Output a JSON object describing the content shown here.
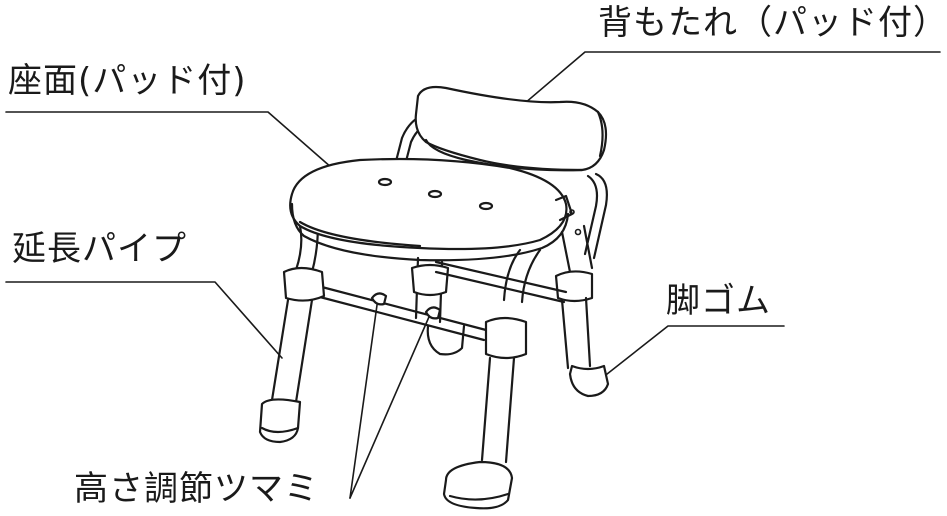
{
  "labels": {
    "backrest": "背もたれ（パッド付）",
    "seat": "座面(パッド付)",
    "extension_pipe": "延長パイプ",
    "foot_rubber": "脚ゴム",
    "height_knob": "高さ調節ツマミ"
  },
  "colors": {
    "line": "#1a1a1a",
    "background": "#ffffff"
  }
}
